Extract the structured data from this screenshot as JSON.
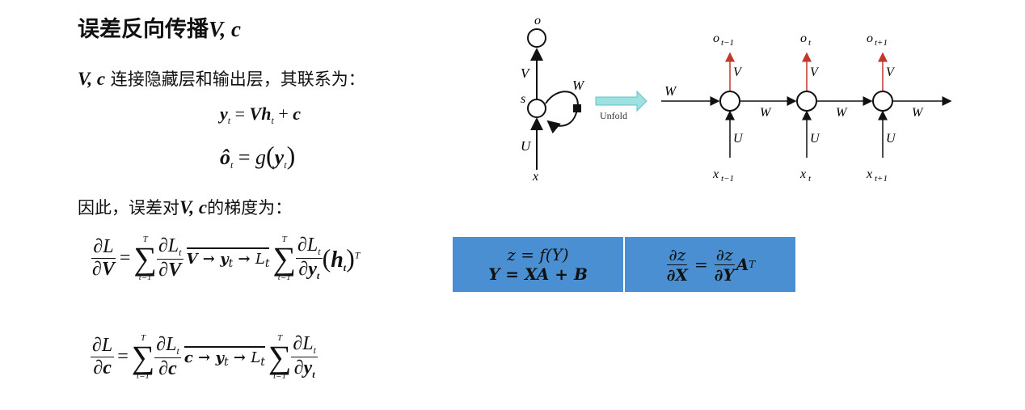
{
  "title": {
    "text": "误差反向传播",
    "vars": "V, c"
  },
  "intro": {
    "vars": "V, c",
    "text": " 连接隐藏层和输出层，其联系为："
  },
  "eq1": {
    "lhs": "y",
    "lhs_sub": "t",
    "rhs_a": "= ",
    "rhs_V": "V",
    "rhs_h": "h",
    "rhs_h_sub": "t",
    "rhs_plus": " + ",
    "rhs_c": "c"
  },
  "eq2": {
    "lhs": "ô",
    "lhs_sub": "t",
    "eq": " = ",
    "g": "g",
    "arg": "y",
    "arg_sub": "t"
  },
  "grad_intro": {
    "text_a": "因此，误差对",
    "vars": "V, c",
    "text_b": "的梯度为："
  },
  "gradV": {
    "frac_num": "∂L",
    "frac_den": "∂V",
    "eq": "=",
    "sum_top": "T",
    "sum_bot": "t=1",
    "term_num": "∂L",
    "term_num_sub": "t",
    "term_den": "∂V",
    "chain": [
      "V",
      "→",
      "y",
      "t",
      "→",
      "L",
      "t"
    ],
    "sum2_top": "T",
    "sum2_bot": "t=1",
    "term2_num": "∂L",
    "term2_num_sub": "t",
    "term2_den": "∂y",
    "term2_den_sub": "t",
    "tail": "(h",
    "tail_sub": "t",
    "tail_close": ")",
    "tail_sup": "T"
  },
  "gradc": {
    "frac_num": "∂L",
    "frac_den": "∂c",
    "eq": "=",
    "sum_top": "T",
    "sum_bot": "t=1",
    "term_num": "∂L",
    "term_num_sub": "t",
    "term_den": "∂c",
    "chain": [
      "c",
      "→",
      "y",
      "t",
      "→",
      "L",
      "t"
    ],
    "sum2_top": "T",
    "sum2_bot": "t=1",
    "term2_num": "∂L",
    "term2_num_sub": "t",
    "term2_den": "∂y",
    "term2_den_sub": "t"
  },
  "box": {
    "left_line1": "z = f(Y)",
    "left_line2": "Y = XA + B",
    "right_num1": "∂z",
    "right_den1": "∂X",
    "right_eq": "=",
    "right_num2": "∂z",
    "right_den2": "∂Y",
    "right_tail": "A",
    "right_tail_sup": "T",
    "color": "#4a8fd1"
  },
  "diagram": {
    "folded": {
      "o": "o",
      "s": "s",
      "x": "x",
      "V": "V",
      "U": "U",
      "W": "W"
    },
    "unfold_label": "Unfold",
    "unfolded": {
      "W_in": "W",
      "nodes": [
        {
          "o": "o",
          "o_sub": "t−1",
          "x": "x",
          "x_sub": "t−1",
          "V": "V",
          "U": "U",
          "W": "W"
        },
        {
          "o": "o",
          "o_sub": "t",
          "x": "x",
          "x_sub": "t",
          "V": "V",
          "U": "U",
          "W": "W"
        },
        {
          "o": "o",
          "o_sub": "t+1",
          "x": "x",
          "x_sub": "t+1",
          "V": "V",
          "U": "U",
          "W": "W"
        }
      ]
    },
    "arrow_color_output": "#c0392b",
    "arrow_color_unfold": "#5fc4c4"
  }
}
